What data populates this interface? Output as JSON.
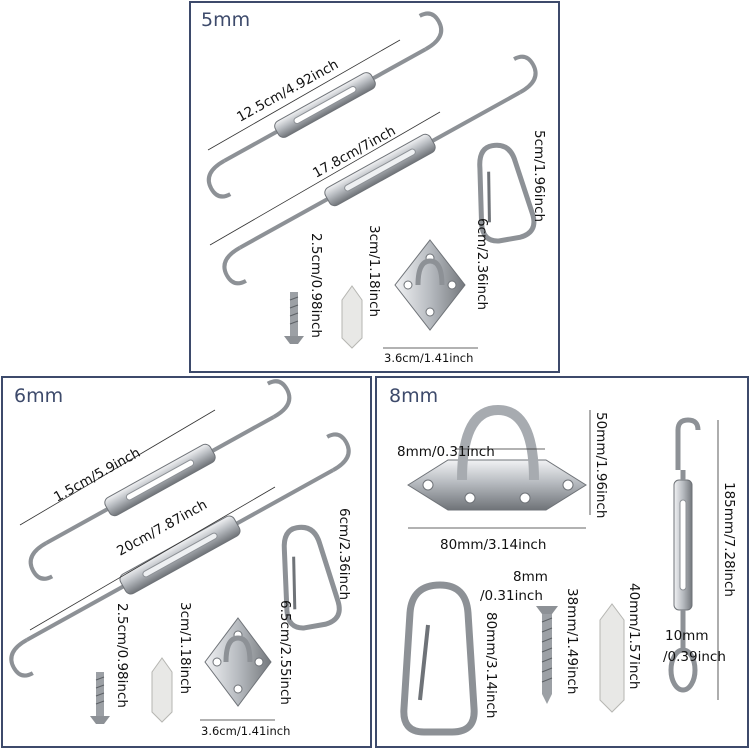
{
  "panels": {
    "p5": {
      "title": "5mm",
      "turnbuckle_small": "12.5cm/4.92inch",
      "turnbuckle_large": "17.8cm/7inch",
      "carabiner_height": "5cm/1.96inch",
      "carabiner_width": "6cm/2.36inch",
      "screw": "2.5cm/0.98inch",
      "anchor": "3cm/1.18inch",
      "pad_eye_width": "3.6cm/1.41inch"
    },
    "p6": {
      "title": "6mm",
      "turnbuckle_small": "1.5cm/5.9inch",
      "turnbuckle_large": "20cm/7.87inch",
      "carabiner_height": "6cm/2.36inch",
      "carabiner_width": "6.5cm/2.55inch",
      "screw": "2.5cm/0.98inch",
      "anchor": "3cm/1.18inch",
      "pad_eye_width": "3.6cm/1.41inch"
    },
    "p8": {
      "title": "8mm",
      "pad_eye_ring": "8mm/0.31inch",
      "pad_eye_height": "50mm/1.96inch",
      "pad_eye_width": "80mm/3.14inch",
      "carabiner_wire_a": "8mm",
      "carabiner_wire_b": "/0.31inch",
      "carabiner_height": "80mm/3.14inch",
      "screw": "38mm/1.49inch",
      "anchor": "40mm/1.57inch",
      "turnbuckle": "185mm/7.28inch",
      "turnbuckle_wire_a": "10mm",
      "turnbuckle_wire_b": "/0.39inch"
    }
  },
  "colors": {
    "border": "#3d4a6b",
    "metal": "#b9bcc1",
    "metal_dark": "#6f7378",
    "metal_light": "#eceef0",
    "anchor": "#e8e8e6"
  }
}
